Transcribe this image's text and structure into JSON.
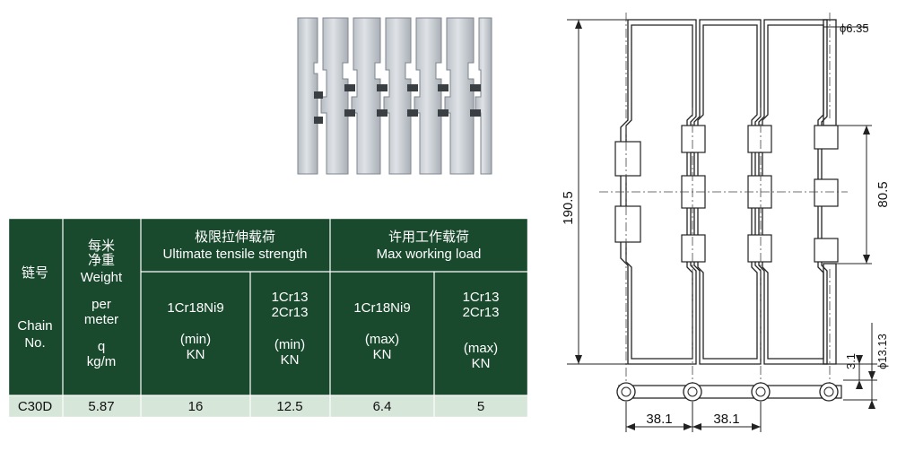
{
  "table": {
    "col_chain_zh": "链号",
    "col_chain_en_line1": "Chain",
    "col_chain_en_line2": "No.",
    "col_weight_zh_line1": "每米",
    "col_weight_zh_line2": "净重",
    "col_weight_en": "Weight",
    "weight_per": "per",
    "weight_meter": "meter",
    "weight_q": "q",
    "weight_unit": "kg/m",
    "group_tensile_zh": "极限拉伸载荷",
    "group_tensile_en": "Ultimate tensile strength",
    "group_working_zh": "许用工作载荷",
    "group_working_en": "Max working load",
    "mat1": "1Cr18Ni9",
    "mat2_line1": "1Cr13",
    "mat2_line2": "2Cr13",
    "min_label": "(min)",
    "max_label": "(max)",
    "kn": "KN",
    "row": {
      "chain_no": "C30D",
      "weight": "5.87",
      "tensile_1": "16",
      "tensile_2": "12.5",
      "working_1": "6.4",
      "working_2": "5"
    }
  },
  "drawing": {
    "dim_height": "190.5",
    "dim_hinge": "80.5",
    "dim_pin": "ϕ6.35",
    "dim_thickness": "3.1",
    "dim_knuckle": "ϕ13.13",
    "dim_pitch_1": "38.1",
    "dim_pitch_2": "38.1"
  },
  "colors": {
    "header_green": "#1a4a2e",
    "row_bg": "#d6e6d8",
    "grid_line": "#ffffff",
    "drawing_line": "#222222"
  }
}
